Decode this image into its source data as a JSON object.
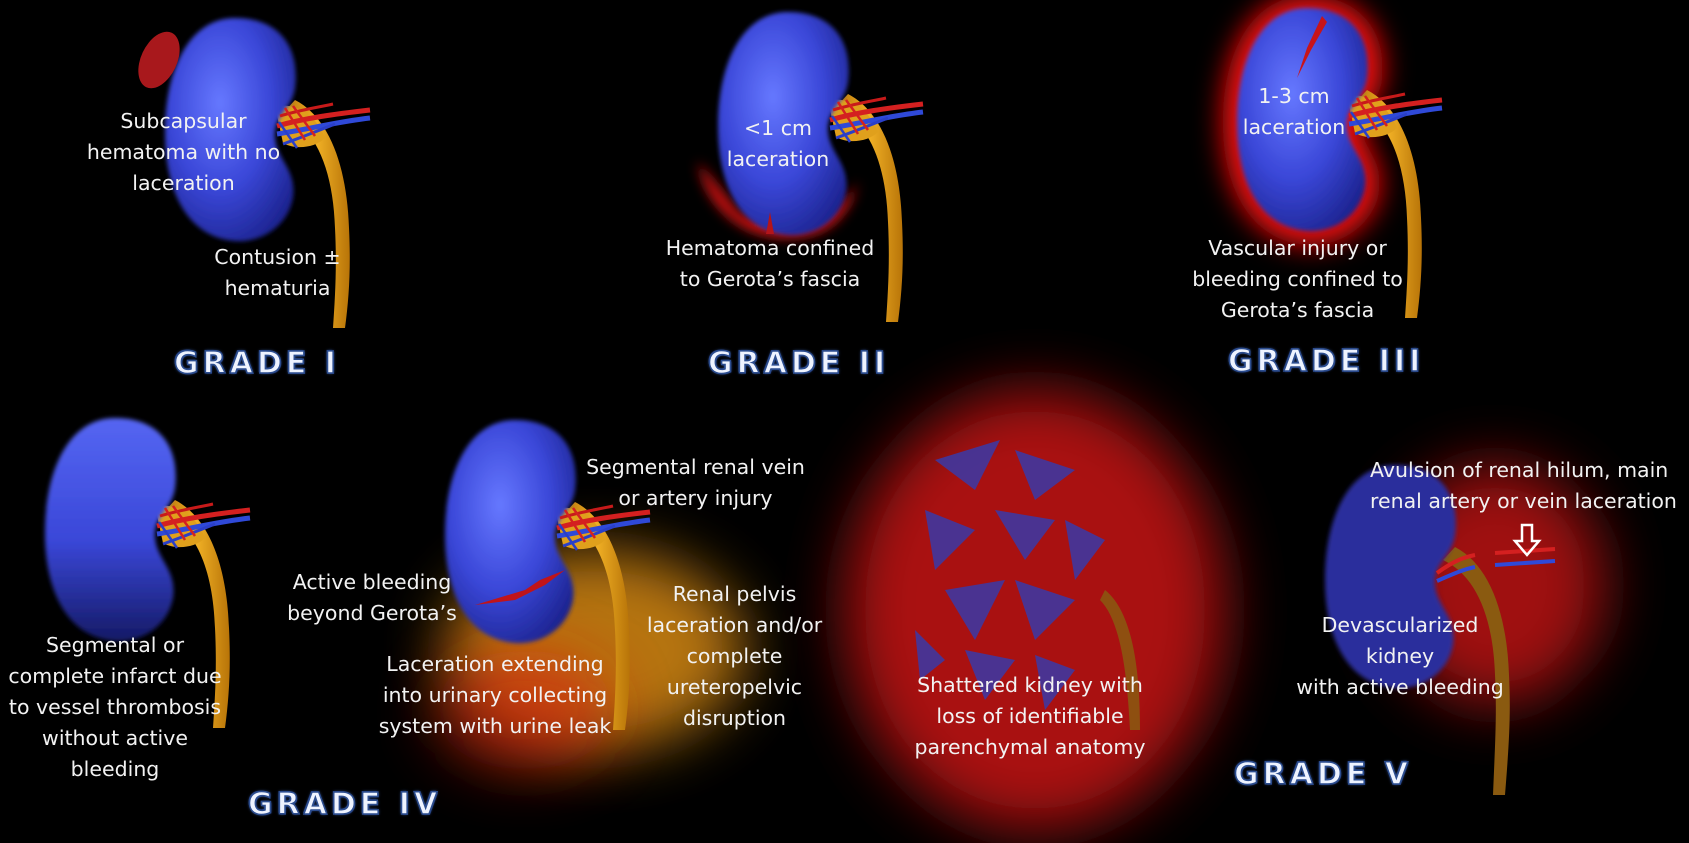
{
  "panels": {
    "grade1": {
      "title": "GRADE I",
      "labels": [
        "Subcapsular\nhematoma with no\nlaceration",
        "Contusion ±\nhematuria"
      ]
    },
    "grade2": {
      "title": "GRADE II",
      "labels": [
        "<1 cm\nlaceration",
        "Hematoma confined\nto Gerota’s fascia"
      ]
    },
    "grade3": {
      "title": "GRADE III",
      "labels": [
        "1-3 cm\nlaceration",
        "Vascular injury or\nbleeding confined to\nGerota’s fascia"
      ]
    },
    "grade4": {
      "title": "GRADE IV",
      "labels": [
        "Segmental or\ncomplete infarct due\nto vessel thrombosis\nwithout active\nbleeding",
        "Segmental renal vein\nor artery injury",
        "Active bleeding\nbeyond Gerota’s",
        "Laceration extending\ninto urinary collecting\nsystem with urine leak",
        "Renal pelvis\nlaceration and/or\ncomplete\nureteropelvic\ndisruption"
      ]
    },
    "grade5": {
      "title": "GRADE V",
      "labels": [
        "Shattered kidney with\nloss of identifiable\nparenchymal anatomy",
        "Avulsion of renal hilum, main\nrenal artery or vein laceration",
        "Devascularized\nkidney\nwith active bleeding"
      ]
    }
  },
  "colors": {
    "background": "#000000",
    "kidney": "#3a47d8",
    "ureter": "#e3a11b",
    "hematoma": "#e01515",
    "artery": "#d42020",
    "vein": "#2f49d8",
    "urine_leak": "#f39b15"
  }
}
